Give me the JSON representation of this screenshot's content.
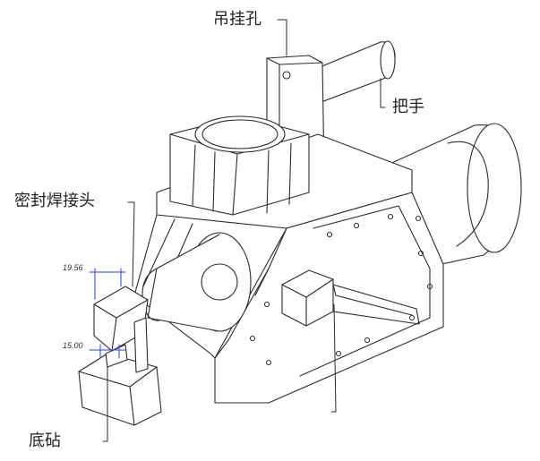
{
  "labels": {
    "hanging_hole": "吊挂孔",
    "handle": "把手",
    "seal_weld_head": "密封焊接头",
    "bottom_anvil": "底砧"
  },
  "dimensions": {
    "width": "19.56",
    "height": "15.00"
  },
  "colors": {
    "line": "#2b2b2b",
    "dimension": "#2a3fd6",
    "background": "#ffffff"
  }
}
